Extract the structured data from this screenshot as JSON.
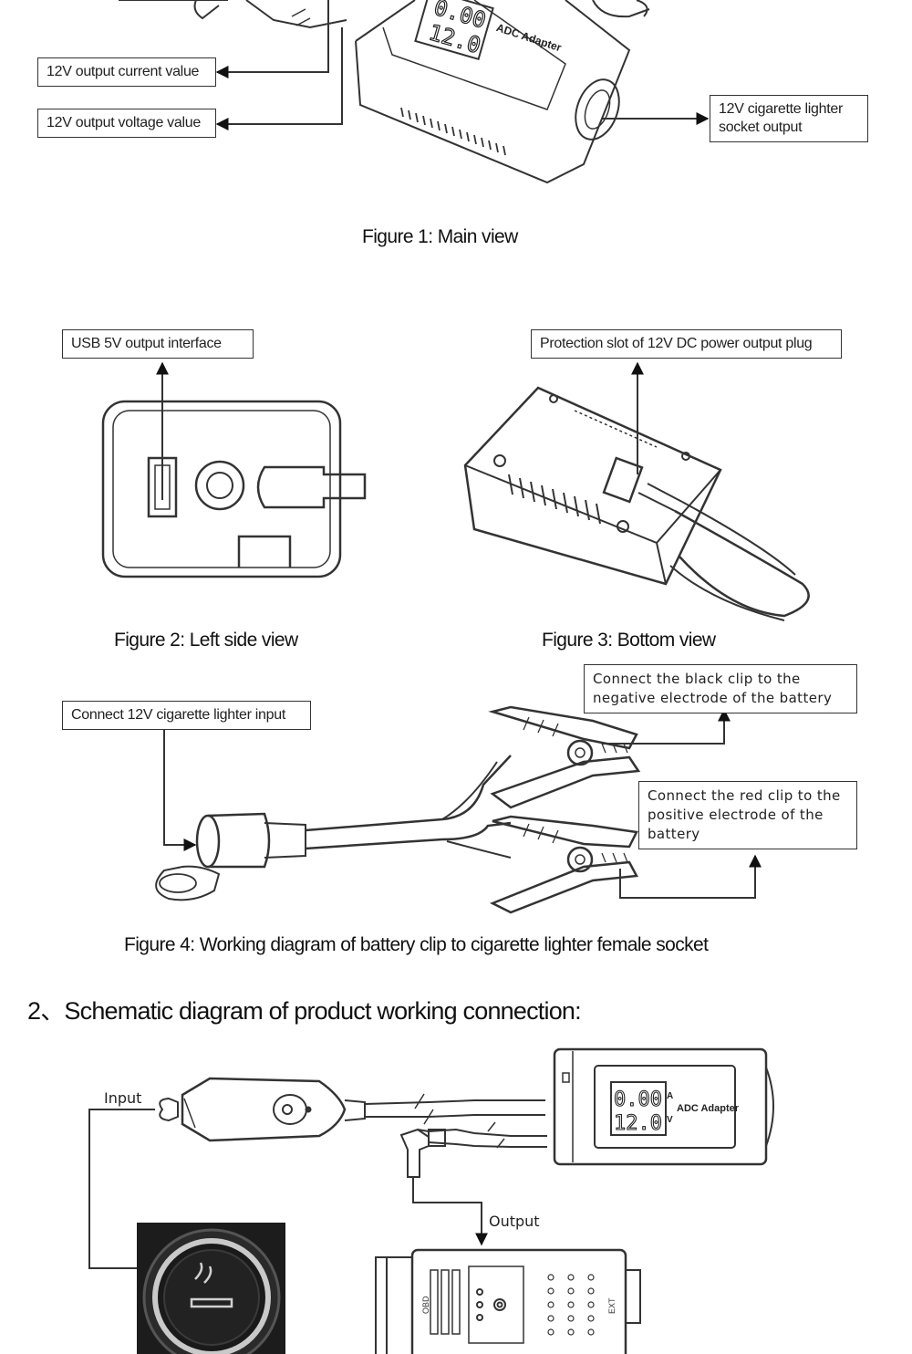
{
  "labels": {
    "current_value": "12V output current value",
    "voltage_value": "12V output voltage value",
    "socket_output": "12V cigarette lighter socket output",
    "usb_output": "USB 5V output interface",
    "protection_slot": "Protection slot of 12V DC power output plug",
    "lighter_input": "Connect 12V cigarette lighter input",
    "black_clip": "Connect the black clip to the negative electrode of the battery",
    "red_clip": "Connect the red clip to the positive electrode of the battery"
  },
  "captions": {
    "fig1": "Figure 1: Main view",
    "fig2": "Figure 2: Left side view",
    "fig3": "Figure 3: Bottom view",
    "fig4": "Figure 4: Working diagram of battery clip to cigarette lighter female socket"
  },
  "section": {
    "heading": "2、Schematic diagram of product working connection:"
  },
  "schematic": {
    "input_label": "Input",
    "output_label": "Output"
  },
  "device": {
    "current_reading": "0.00",
    "current_unit": "A",
    "voltage_reading": "12.0",
    "voltage_unit": "V",
    "brand": "ADC Adapter",
    "obd_tag": "OBD",
    "ext_tag": "EXT"
  }
}
